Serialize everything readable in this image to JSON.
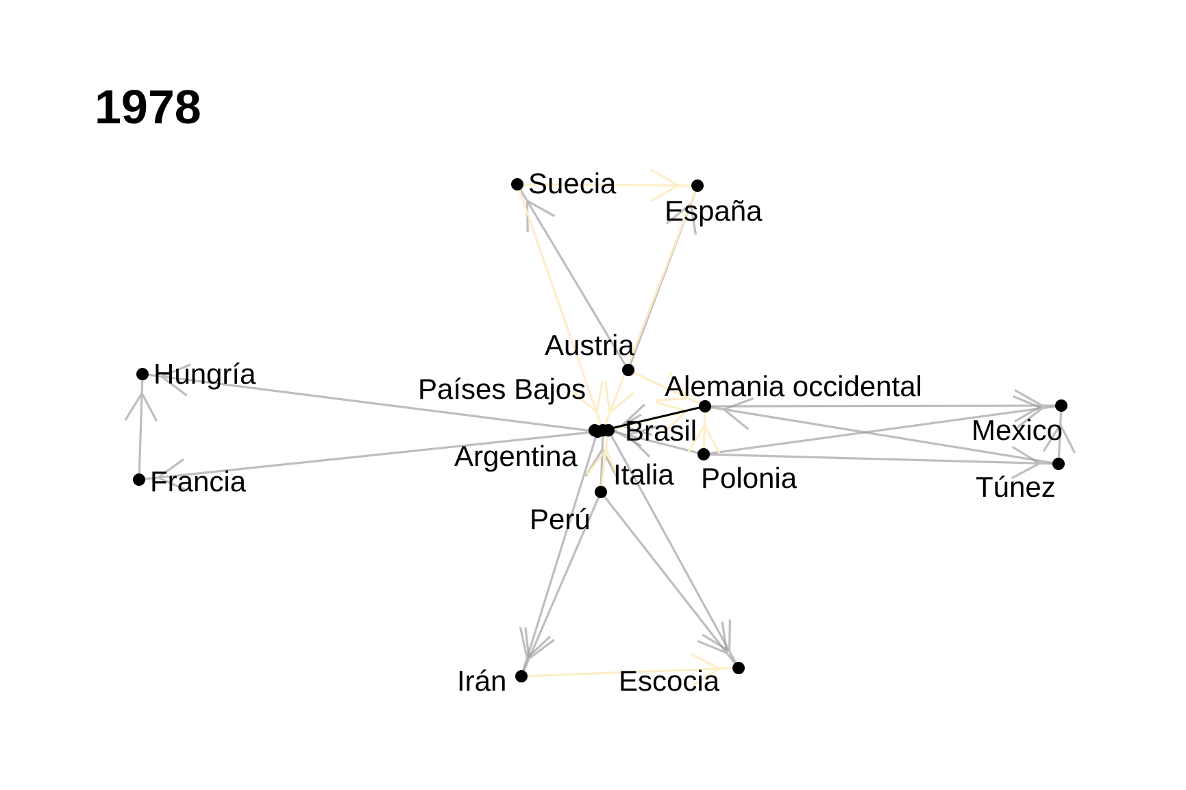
{
  "title": "1978",
  "colors": {
    "background": "#ffffff",
    "node": "#000000",
    "edge_loss": "#9e9a9a",
    "edge_draw": "#fdeec6",
    "edge_strong": "#000000"
  },
  "nodes": [
    {
      "id": "suecia",
      "label": "Suecia"
    },
    {
      "id": "espana",
      "label": "España"
    },
    {
      "id": "austria",
      "label": "Austria"
    },
    {
      "id": "hungria",
      "label": "Hungría"
    },
    {
      "id": "paises_bajos",
      "label": "Países Bajos"
    },
    {
      "id": "alemania",
      "label": "Alemania occidental"
    },
    {
      "id": "brasil",
      "label": "Brasil"
    },
    {
      "id": "argentina",
      "label": "Argentina"
    },
    {
      "id": "italia",
      "label": "Italia"
    },
    {
      "id": "polonia",
      "label": "Polonia"
    },
    {
      "id": "mexico",
      "label": "Mexico"
    },
    {
      "id": "tunez",
      "label": "Túnez"
    },
    {
      "id": "francia",
      "label": "Francia"
    },
    {
      "id": "peru",
      "label": "Perú"
    },
    {
      "id": "iran",
      "label": "Irán"
    },
    {
      "id": "escocia",
      "label": "Escocia"
    }
  ],
  "edges": [
    {
      "from": "argentina",
      "to": "hungria",
      "type": "loss"
    },
    {
      "from": "argentina",
      "to": "francia",
      "type": "loss"
    },
    {
      "from": "francia",
      "to": "hungria",
      "type": "loss"
    },
    {
      "from": "austria",
      "to": "suecia",
      "type": "loss"
    },
    {
      "from": "austria",
      "to": "espana",
      "type": "loss"
    },
    {
      "from": "polonia",
      "to": "mexico",
      "type": "loss"
    },
    {
      "from": "alemania",
      "to": "mexico",
      "type": "loss"
    },
    {
      "from": "polonia",
      "to": "tunez",
      "type": "loss"
    },
    {
      "from": "tunez",
      "to": "alemania",
      "type": "loss"
    },
    {
      "from": "tunez",
      "to": "mexico",
      "type": "loss"
    },
    {
      "from": "peru",
      "to": "iran",
      "type": "loss"
    },
    {
      "from": "peru",
      "to": "escocia",
      "type": "loss"
    },
    {
      "from": "argentina",
      "to": "iran",
      "type": "loss"
    },
    {
      "from": "italia",
      "to": "escocia",
      "type": "loss"
    },
    {
      "from": "alemania",
      "to": "brasil",
      "type": "loss"
    },
    {
      "from": "polonia",
      "to": "italia",
      "type": "loss"
    },
    {
      "from": "peru",
      "to": "brasil",
      "type": "loss"
    },
    {
      "from": "brasil",
      "to": "paises_bajos",
      "type": "loss"
    },
    {
      "from": "suecia",
      "to": "espana",
      "type": "draw"
    },
    {
      "from": "suecia",
      "to": "brasil",
      "type": "draw"
    },
    {
      "from": "espana",
      "to": "brasil",
      "type": "draw"
    },
    {
      "from": "austria",
      "to": "alemania",
      "type": "draw"
    },
    {
      "from": "iran",
      "to": "escocia",
      "type": "draw"
    },
    {
      "from": "polonia",
      "to": "alemania",
      "type": "draw"
    },
    {
      "from": "italia",
      "to": "alemania",
      "type": "draw"
    },
    {
      "from": "peru",
      "to": "italia",
      "type": "draw"
    },
    {
      "from": "brasil",
      "to": "italia",
      "type": "strong"
    },
    {
      "from": "paises_bajos",
      "to": "brasil",
      "type": "strong"
    },
    {
      "from": "brasil",
      "to": "alemania",
      "type": "strong"
    }
  ]
}
